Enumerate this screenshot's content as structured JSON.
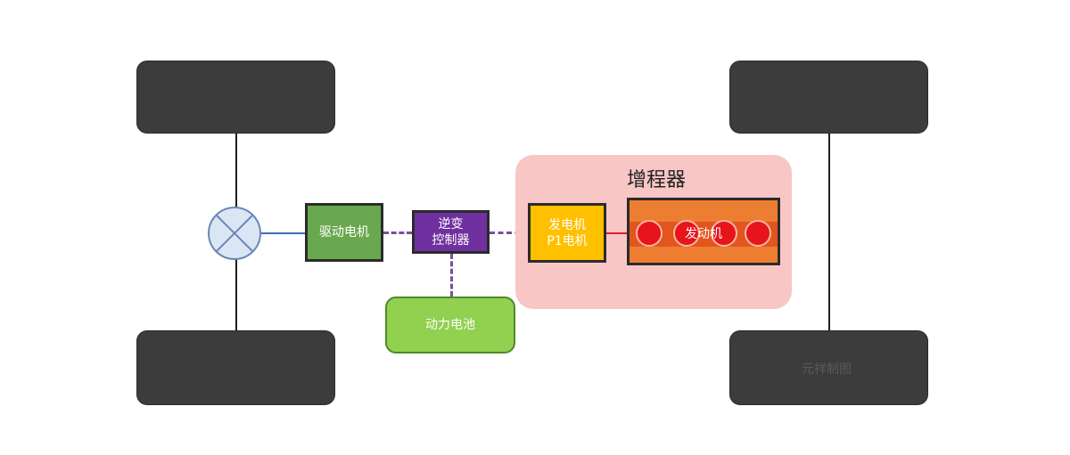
{
  "diagram": {
    "range_extender_title": "增程器",
    "drive_motor": "驱动电机",
    "inverter": [
      "逆变",
      "控制器"
    ],
    "battery": "动力电池",
    "generator": [
      "发电机",
      "P1电机"
    ],
    "engine": "发动机",
    "watermark": "元祥制图"
  },
  "colors": {
    "wheel": "#3c3c3c",
    "drive_motor": "#6aa84f",
    "inverter": "#7030a0",
    "battery": "#92d050",
    "range_extender_bg": "#f9c6c6",
    "generator": "#ffc000",
    "engine": "#ed7d31",
    "cylinder": "#e8141b"
  }
}
